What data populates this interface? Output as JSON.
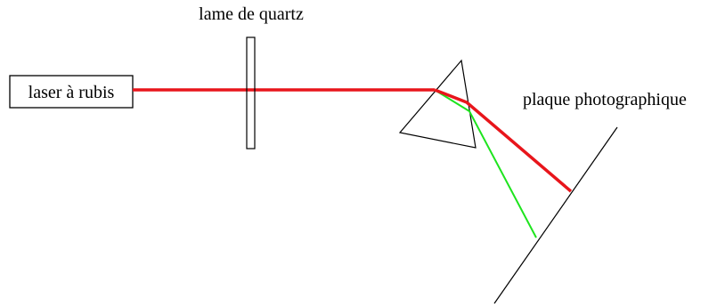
{
  "labels": {
    "laser": "laser à rubis",
    "quartz_plate": "lame de quartz",
    "photo_plate": "plaque photographique"
  },
  "colors": {
    "laser_beam": "#e8151b",
    "green_beam": "#1ee41e",
    "outline": "#000000",
    "background": "#ffffff"
  }
}
